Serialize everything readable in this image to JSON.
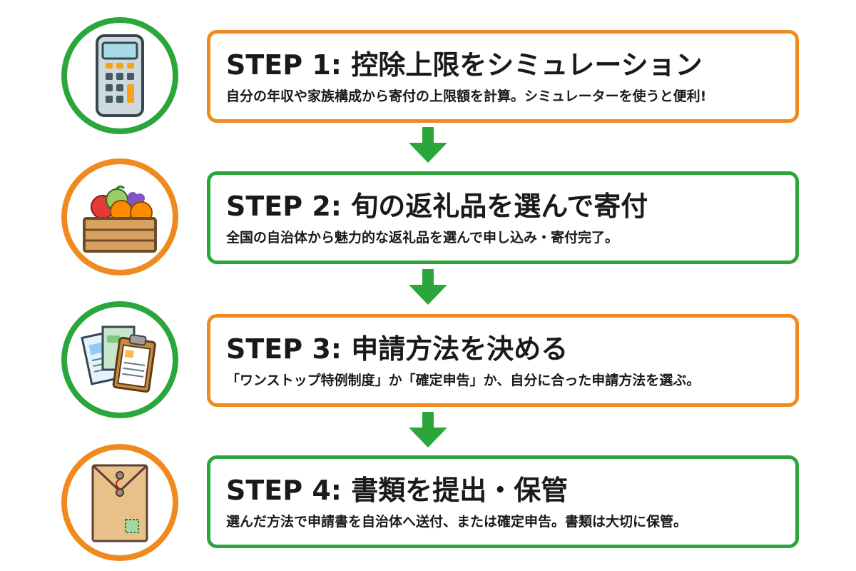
{
  "colors": {
    "green": "#2aa63a",
    "orange": "#f08a1e",
    "text": "#1a1a1a"
  },
  "steps": [
    {
      "title": "STEP 1: 控除上限をシミュレーション",
      "description": "自分の年収や家族構成から寄付の上限額を計算。シミュレーターを使うと便利!",
      "icon": "calculator-icon",
      "circle_color": "green",
      "box_color": "orange"
    },
    {
      "title": "STEP 2: 旬の返礼品を選んで寄付",
      "description": "全国の自治体から魅力的な返礼品を選んで申し込み・寄付完了。",
      "icon": "fruit-crate-icon",
      "circle_color": "orange",
      "box_color": "green"
    },
    {
      "title": "STEP 3: 申請方法を決める",
      "description": "「ワンストップ特例制度」か「確定申告」か、自分に合った申請方法を選ぶ。",
      "icon": "documents-clipboard-icon",
      "circle_color": "green",
      "box_color": "orange"
    },
    {
      "title": "STEP 4: 書類を提出・保管",
      "description": "選んだ方法で申請書を自治体へ送付、または確定申告。書類は大切に保管。",
      "icon": "envelope-icon",
      "circle_color": "orange",
      "box_color": "green"
    }
  ]
}
